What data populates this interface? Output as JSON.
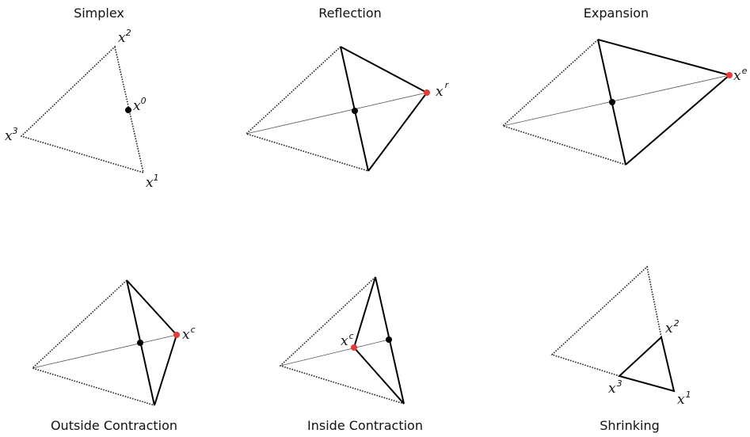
{
  "colors": {
    "highlight": "#e83a3a",
    "point": "#000000"
  },
  "panels": [
    {
      "title": "Simplex",
      "labels": [
        {
          "base": "x",
          "sup": "2"
        },
        {
          "base": "x",
          "sup": "0"
        },
        {
          "base": "x",
          "sup": "3"
        },
        {
          "base": "x",
          "sup": "1"
        }
      ]
    },
    {
      "title": "Reflection",
      "labels": [
        {
          "base": "x",
          "sup": "r"
        }
      ]
    },
    {
      "title": "Expansion",
      "labels": [
        {
          "base": "x",
          "sup": "e"
        }
      ]
    },
    {
      "title": "Outside Contraction",
      "labels": [
        {
          "base": "x",
          "sup": "c"
        }
      ]
    },
    {
      "title": "Inside Contraction",
      "labels": [
        {
          "base": "x",
          "sup": "c"
        }
      ]
    },
    {
      "title": "Shrinking",
      "labels": [
        {
          "base": "x",
          "sup": "2"
        },
        {
          "base": "x",
          "sup": "3"
        },
        {
          "base": "x",
          "sup": "1"
        }
      ]
    }
  ]
}
